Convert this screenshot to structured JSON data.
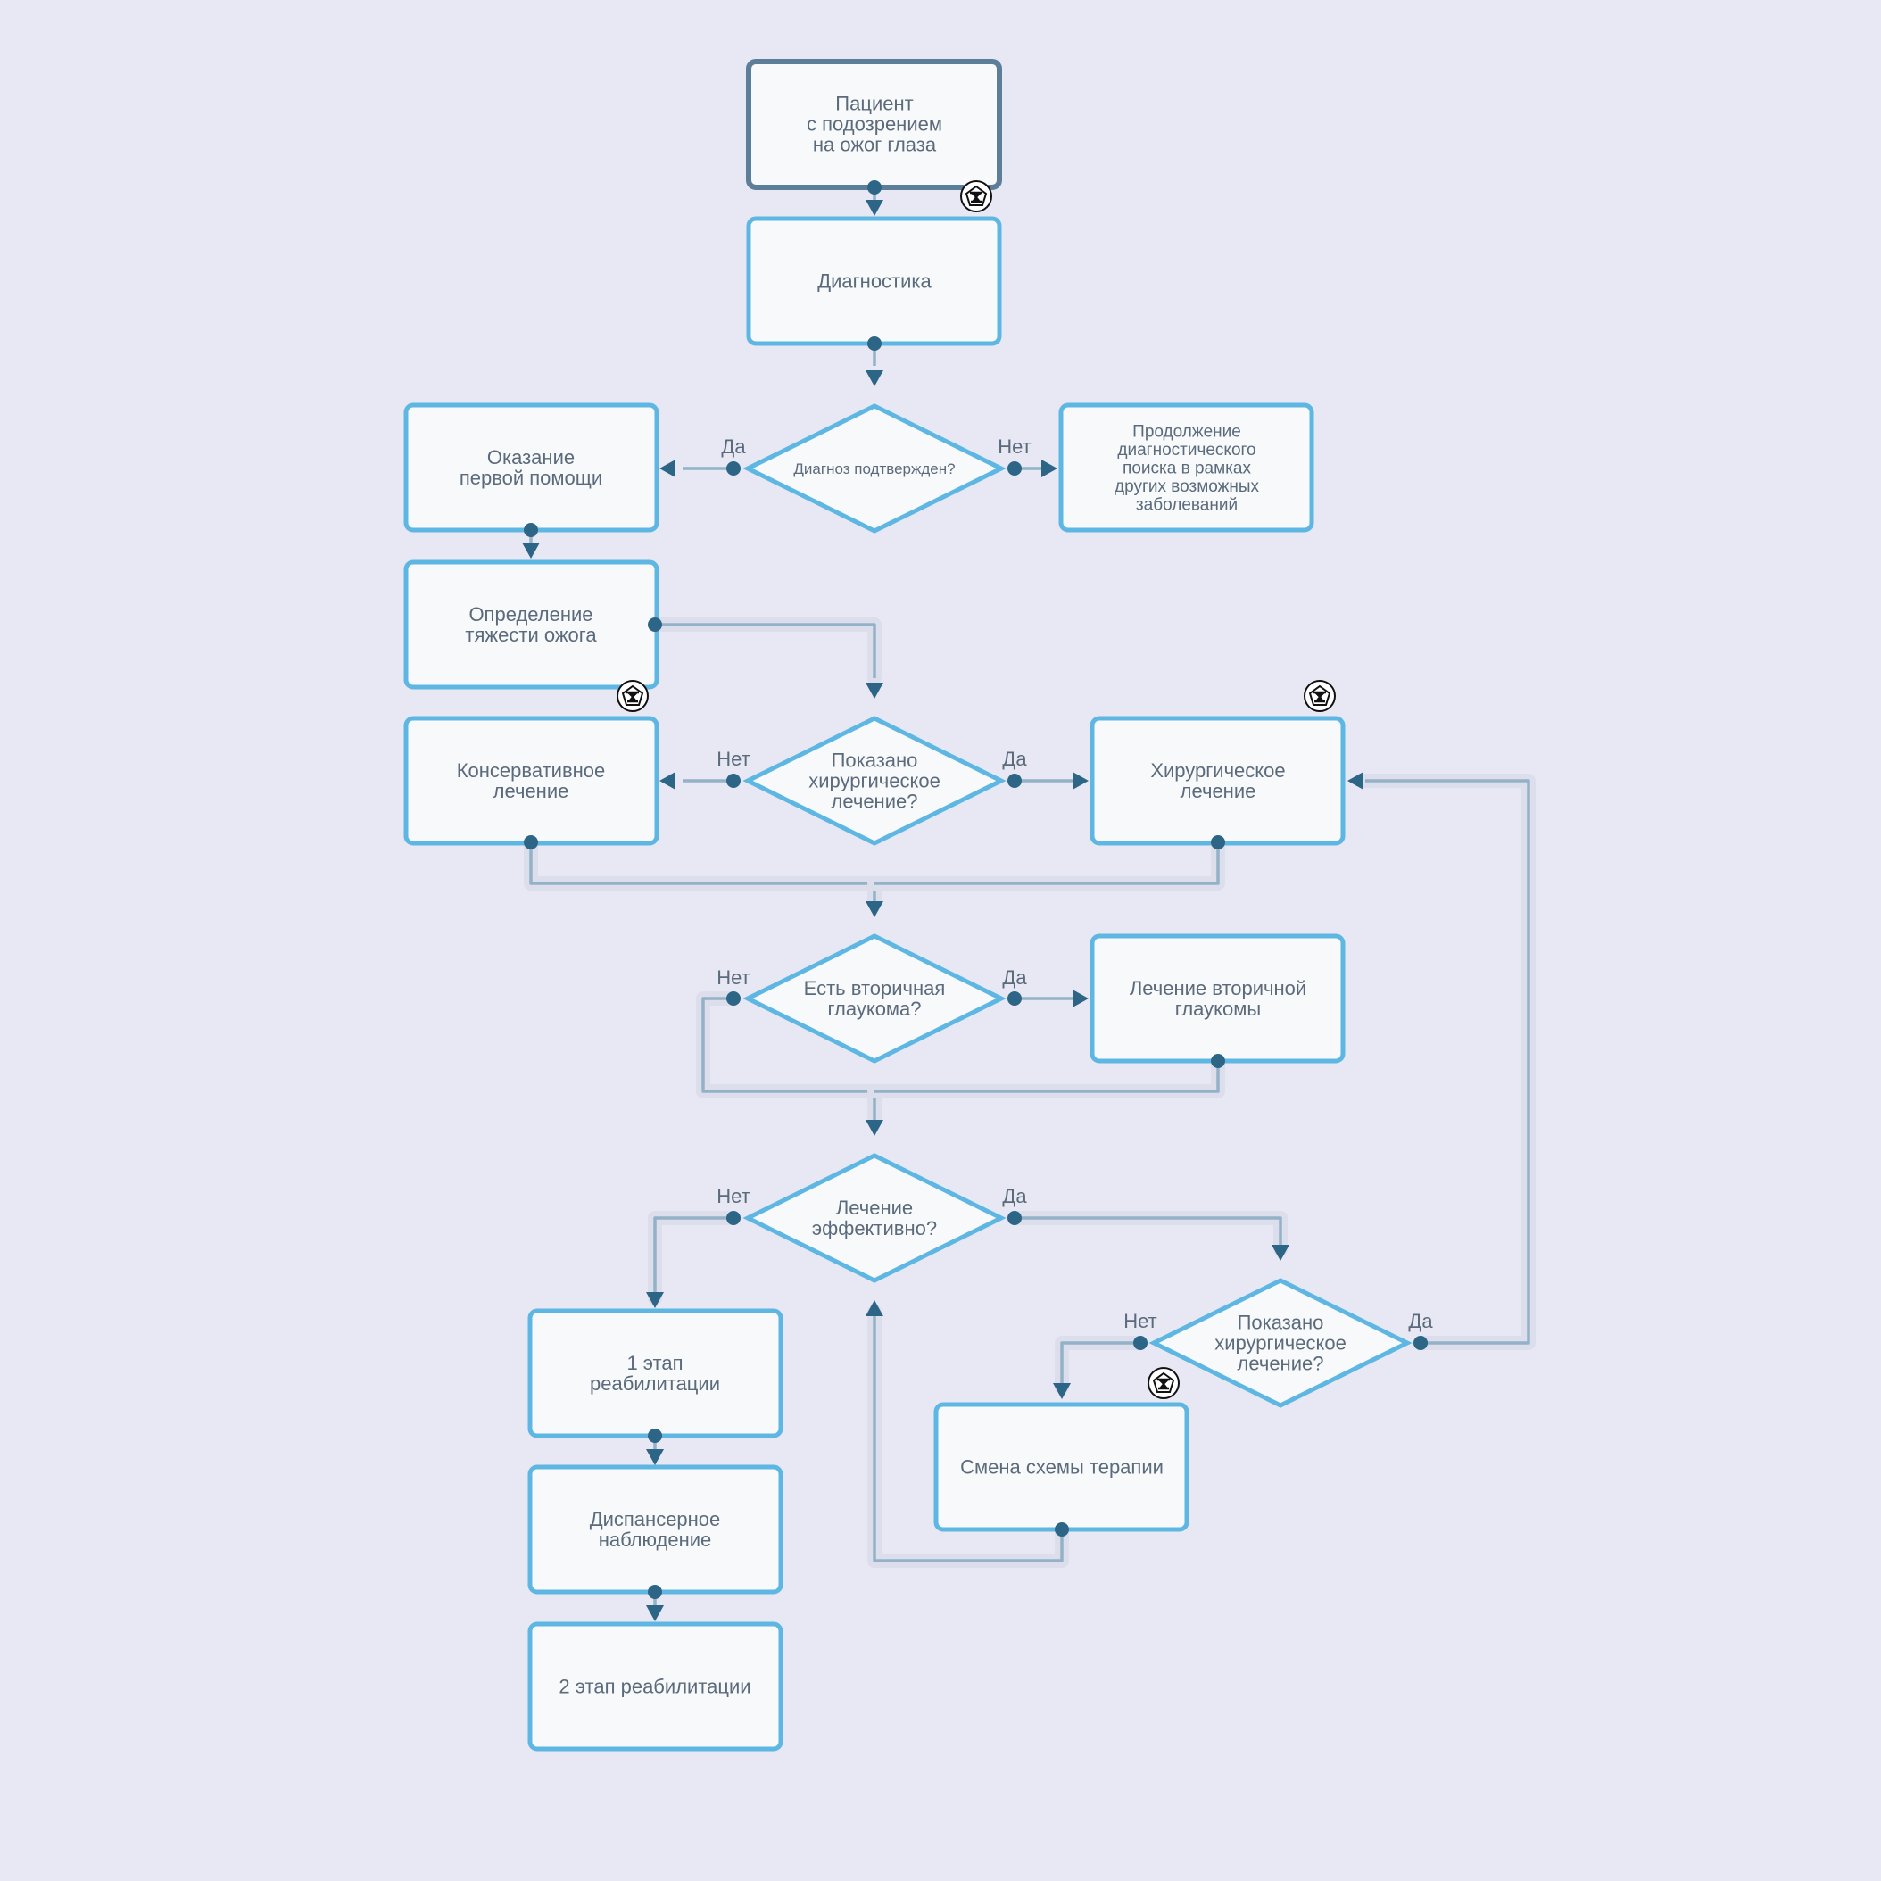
{
  "nodes": {
    "patient": [
      "Пациент",
      "с подозрением",
      "на ожог глаза"
    ],
    "diagnostics": [
      "Диагностика"
    ],
    "diag_confirmed": [
      "Диагноз подтвержден?"
    ],
    "first_aid": [
      "Оказание",
      "первой помощи"
    ],
    "continue_search": [
      "Продолжение",
      "диагностического",
      "поиска в рамках",
      "других возможных",
      "заболеваний"
    ],
    "severity": [
      "Определение",
      "тяжести ожога"
    ],
    "surgery_q1": [
      "Показано",
      "хирургическое",
      "лечение?"
    ],
    "conservative": [
      "Консервативное",
      "лечение"
    ],
    "surgical": [
      "Хирургическое",
      "лечение"
    ],
    "glaucoma_q": [
      "Есть вторичная",
      "глаукома?"
    ],
    "glaucoma_treat": [
      "Лечение вторичной",
      "глаукомы"
    ],
    "effective_q": [
      "Лечение",
      "эффективно?"
    ],
    "surgery_q2": [
      "Показано",
      "хирургическое",
      "лечение?"
    ],
    "rehab1": [
      "1 этап",
      "реабилитации"
    ],
    "change_therapy": [
      "Смена схемы терапии"
    ],
    "dispensary": [
      "Диспансерное",
      "наблюдение"
    ],
    "rehab2": [
      "2 этап реабилитации"
    ]
  },
  "labels": {
    "yes": "Да",
    "no": "Нет"
  },
  "icons": {
    "marker": "seal-icon"
  },
  "colors": {
    "background": "#e7e8f4",
    "node_border": "#5db7e2",
    "start_border": "#5d7e98",
    "connector": "#93b1c7",
    "arrow": "#2d6587"
  }
}
